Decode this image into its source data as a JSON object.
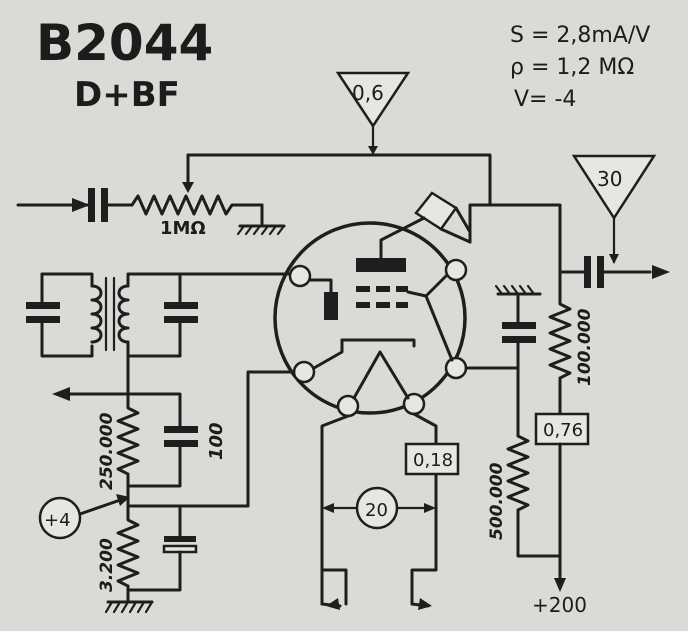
{
  "title": "B2044",
  "subtitle": "D+BF",
  "specs": {
    "s": "S = 2,8mA/V",
    "rho": "ρ = 1,2 MΩ",
    "v": "V= -4"
  },
  "components": {
    "input_pot": "1MΩ",
    "r_grid": "250.000",
    "c_grid": "100",
    "r_cathode": "3.200",
    "r_plate": "100.000",
    "r_screen": "500.000"
  },
  "voltages": {
    "top_triangle": "0,6",
    "out_triangle": "30",
    "circle_plus4": "+4",
    "box_heater": "0,18",
    "box_plate": "0,76",
    "circle_20": "20",
    "supply": "+200"
  }
}
